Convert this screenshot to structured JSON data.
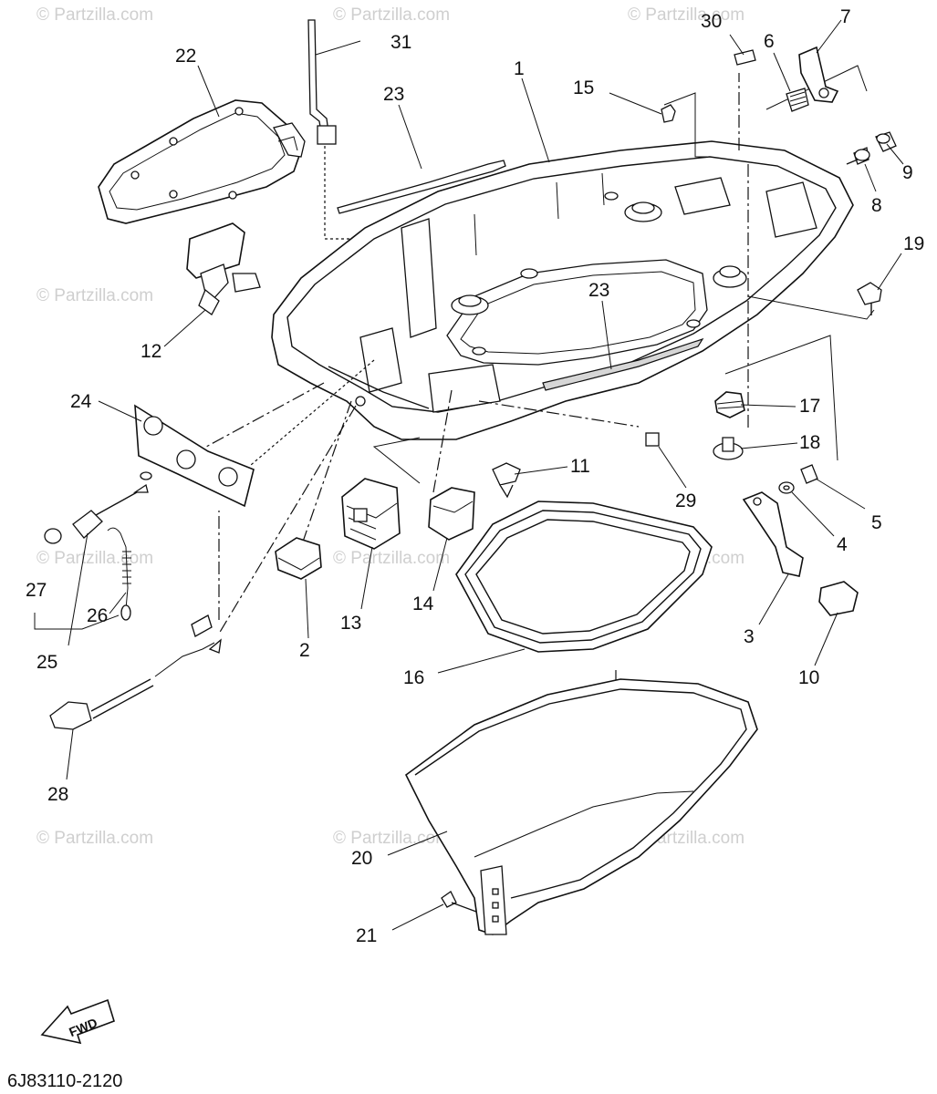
{
  "watermark": "© Partzilla.com",
  "drawing_number": "6J83110-2120",
  "fwd_label": "FWD",
  "part_labels": {
    "p1": "1",
    "p2": "2",
    "p3": "3",
    "p4": "4",
    "p5": "5",
    "p6": "6",
    "p7": "7",
    "p8": "8",
    "p9": "9",
    "p10": "10",
    "p11": "11",
    "p12": "12",
    "p13": "13",
    "p14": "14",
    "p15": "15",
    "p16": "16",
    "p17": "17",
    "p18": "18",
    "p19": "19",
    "p20": "20",
    "p21": "21",
    "p22": "22",
    "p23a": "23",
    "p23b": "23",
    "p24": "24",
    "p25": "25",
    "p26": "26",
    "p27": "27",
    "p28": "28",
    "p29": "29",
    "p30": "30",
    "p31": "31"
  }
}
